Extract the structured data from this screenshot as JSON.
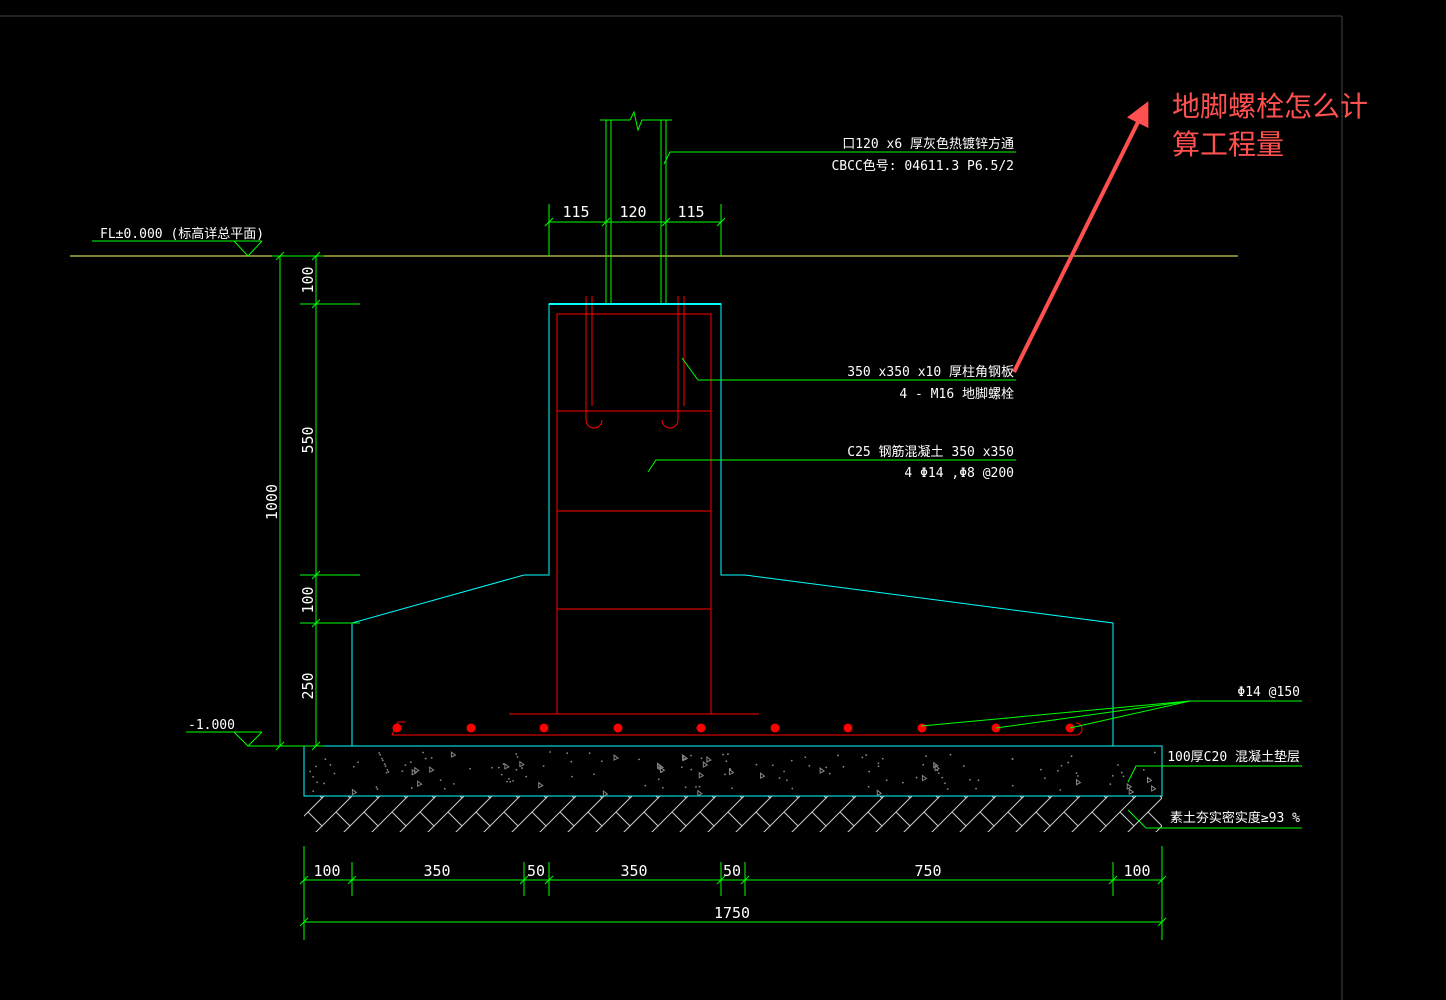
{
  "colors": {
    "background": "#000000",
    "dimension": "#00ff00",
    "concrete_outline": "#00ffff",
    "rebar": "#ff0000",
    "floor_line": "#ffff66",
    "text": "#ffffff",
    "annotation": "#ff5050"
  },
  "annotation": {
    "line1": "地脚螺栓怎么计",
    "line2": "算工程量"
  },
  "labels": {
    "tube_spec": "口120 x6 厚灰色热镀锌方通",
    "tube_color": "CBCC色号: 04611.3 P6.5/2",
    "floor_level": "FL±0.000 (标高详总平面)",
    "bottom_level": "-1.000",
    "base_plate": "350 x350 x10 厚柱角钢板",
    "anchor_bolt": "4 - M16 地脚螺栓",
    "pier_concrete": "C25 钢筋混凝土 350 x350",
    "pier_rebar": "4 Φ14 ,Φ8 @200",
    "footing_rebar": "Φ14 @150",
    "cushion": "100厚C20 混凝土垫层",
    "soil": "素土夯实密实度≥93 %"
  },
  "dimensions": {
    "top": [
      "115",
      "120",
      "115"
    ],
    "vertical_parts": [
      "100",
      "550",
      "100",
      "250"
    ],
    "vertical_total": "1000",
    "bottom": [
      "100",
      "350",
      "50",
      "350",
      "50",
      "750",
      "100"
    ],
    "bottom_total": "1750"
  }
}
